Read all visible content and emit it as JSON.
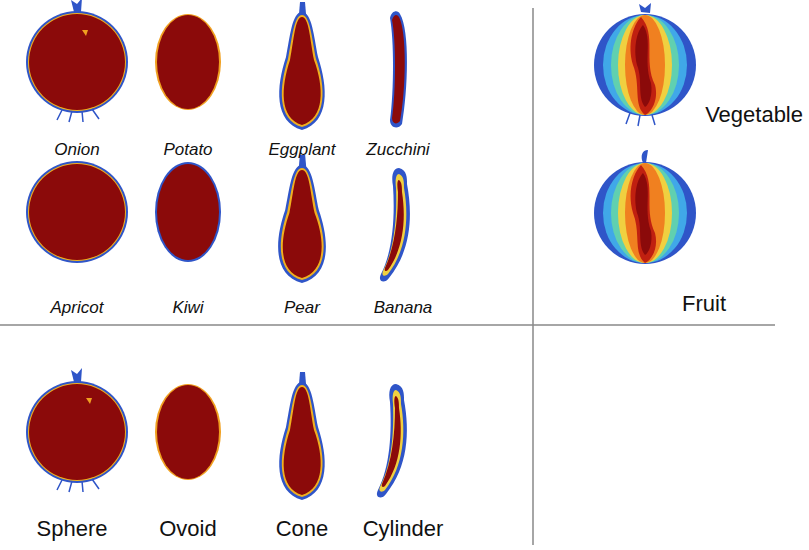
{
  "diagram": {
    "labels": [
      "Onion",
      "Potato",
      "Eggplant",
      "Zucchini",
      "Vegetable",
      "Apricot",
      "Kiwi",
      "Pear",
      "Banana",
      "Fruit",
      "Sphere",
      "Ovoid",
      "Cone",
      "Cylinder"
    ]
  }
}
